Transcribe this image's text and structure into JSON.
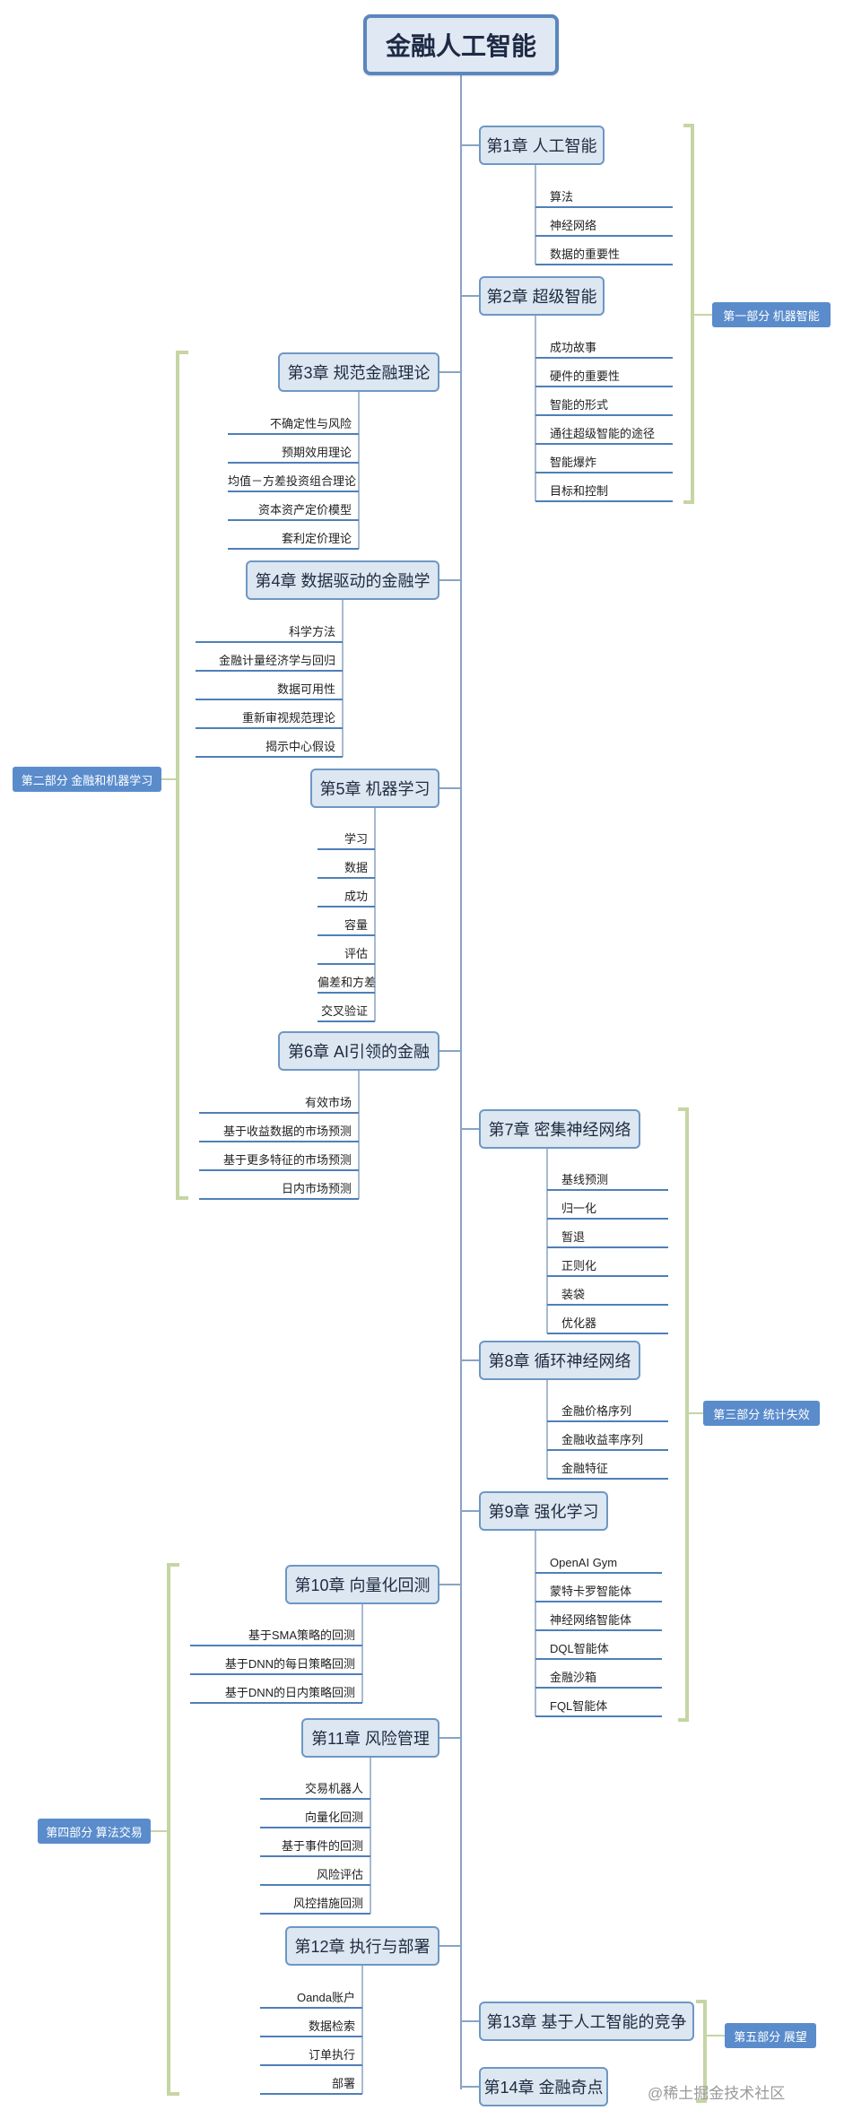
{
  "root": {
    "label": "金融人工智能"
  },
  "chapters": [
    {
      "id": "c1",
      "label": "第1章 人工智能",
      "leaves": [
        "算法",
        "神经网络",
        "数据的重要性"
      ]
    },
    {
      "id": "c2",
      "label": "第2章 超级智能",
      "leaves": [
        "成功故事",
        "硬件的重要性",
        "智能的形式",
        "通往超级智能的途径",
        "智能爆炸",
        "目标和控制"
      ]
    },
    {
      "id": "c3",
      "label": "第3章 规范金融理论",
      "leaves": [
        "不确定性与风险",
        "预期效用理论",
        "均值－方差投资组合理论",
        "资本资产定价模型",
        "套利定价理论"
      ]
    },
    {
      "id": "c4",
      "label": "第4章 数据驱动的金融学",
      "leaves": [
        "科学方法",
        "金融计量经济学与回归",
        "数据可用性",
        "重新审视规范理论",
        "揭示中心假设"
      ]
    },
    {
      "id": "c5",
      "label": "第5章 机器学习",
      "leaves": [
        "学习",
        "数据",
        "成功",
        "容量",
        "评估",
        "偏差和方差",
        "交叉验证"
      ]
    },
    {
      "id": "c6",
      "label": "第6章 AI引领的金融",
      "leaves": [
        "有效市场",
        "基于收益数据的市场预测",
        "基于更多特征的市场预测",
        "日内市场预测"
      ]
    },
    {
      "id": "c7",
      "label": "第7章 密集神经网络",
      "leaves": [
        "基线预测",
        "归一化",
        "暂退",
        "正则化",
        "装袋",
        "优化器"
      ]
    },
    {
      "id": "c8",
      "label": "第8章 循环神经网络",
      "leaves": [
        "金融价格序列",
        "金融收益率序列",
        "金融特征"
      ]
    },
    {
      "id": "c9",
      "label": "第9章 强化学习",
      "leaves": [
        "OpenAI Gym",
        "蒙特卡罗智能体",
        "神经网络智能体",
        "DQL智能体",
        "金融沙箱",
        "FQL智能体"
      ]
    },
    {
      "id": "c10",
      "label": "第10章 向量化回测",
      "leaves": [
        "基于SMA策略的回测",
        "基于DNN的每日策略回测",
        "基于DNN的日内策略回测"
      ]
    },
    {
      "id": "c11",
      "label": "第11章 风险管理",
      "leaves": [
        "交易机器人",
        "向量化回测",
        "基于事件的回测",
        "风险评估",
        "风控措施回测"
      ]
    },
    {
      "id": "c12",
      "label": "第12章 执行与部署",
      "leaves": [
        "Oanda账户",
        "数据检索",
        "订单执行",
        "部署"
      ]
    },
    {
      "id": "c13",
      "label": "第13章 基于人工智能的竞争",
      "leaves": []
    },
    {
      "id": "c14",
      "label": "第14章 金融奇点",
      "leaves": []
    }
  ],
  "parts": [
    {
      "id": "p1",
      "label": "第一部分 机器智能"
    },
    {
      "id": "p2",
      "label": "第二部分 金融和机器学习"
    },
    {
      "id": "p3",
      "label": "第三部分 统计失效"
    },
    {
      "id": "p4",
      "label": "第四部分 算法交易"
    },
    {
      "id": "p5",
      "label": "第五部分 展望"
    }
  ],
  "colors": {
    "chapter_border": "#6e97c4",
    "chapter_fill": "#dce7f2",
    "part_fill": "#5a8ccc",
    "bracket": "#c5d5a4",
    "leaf_underline": "#4f7fb8",
    "connector": "#8aa3c2"
  },
  "watermark": "@稀土掘金技术社区"
}
